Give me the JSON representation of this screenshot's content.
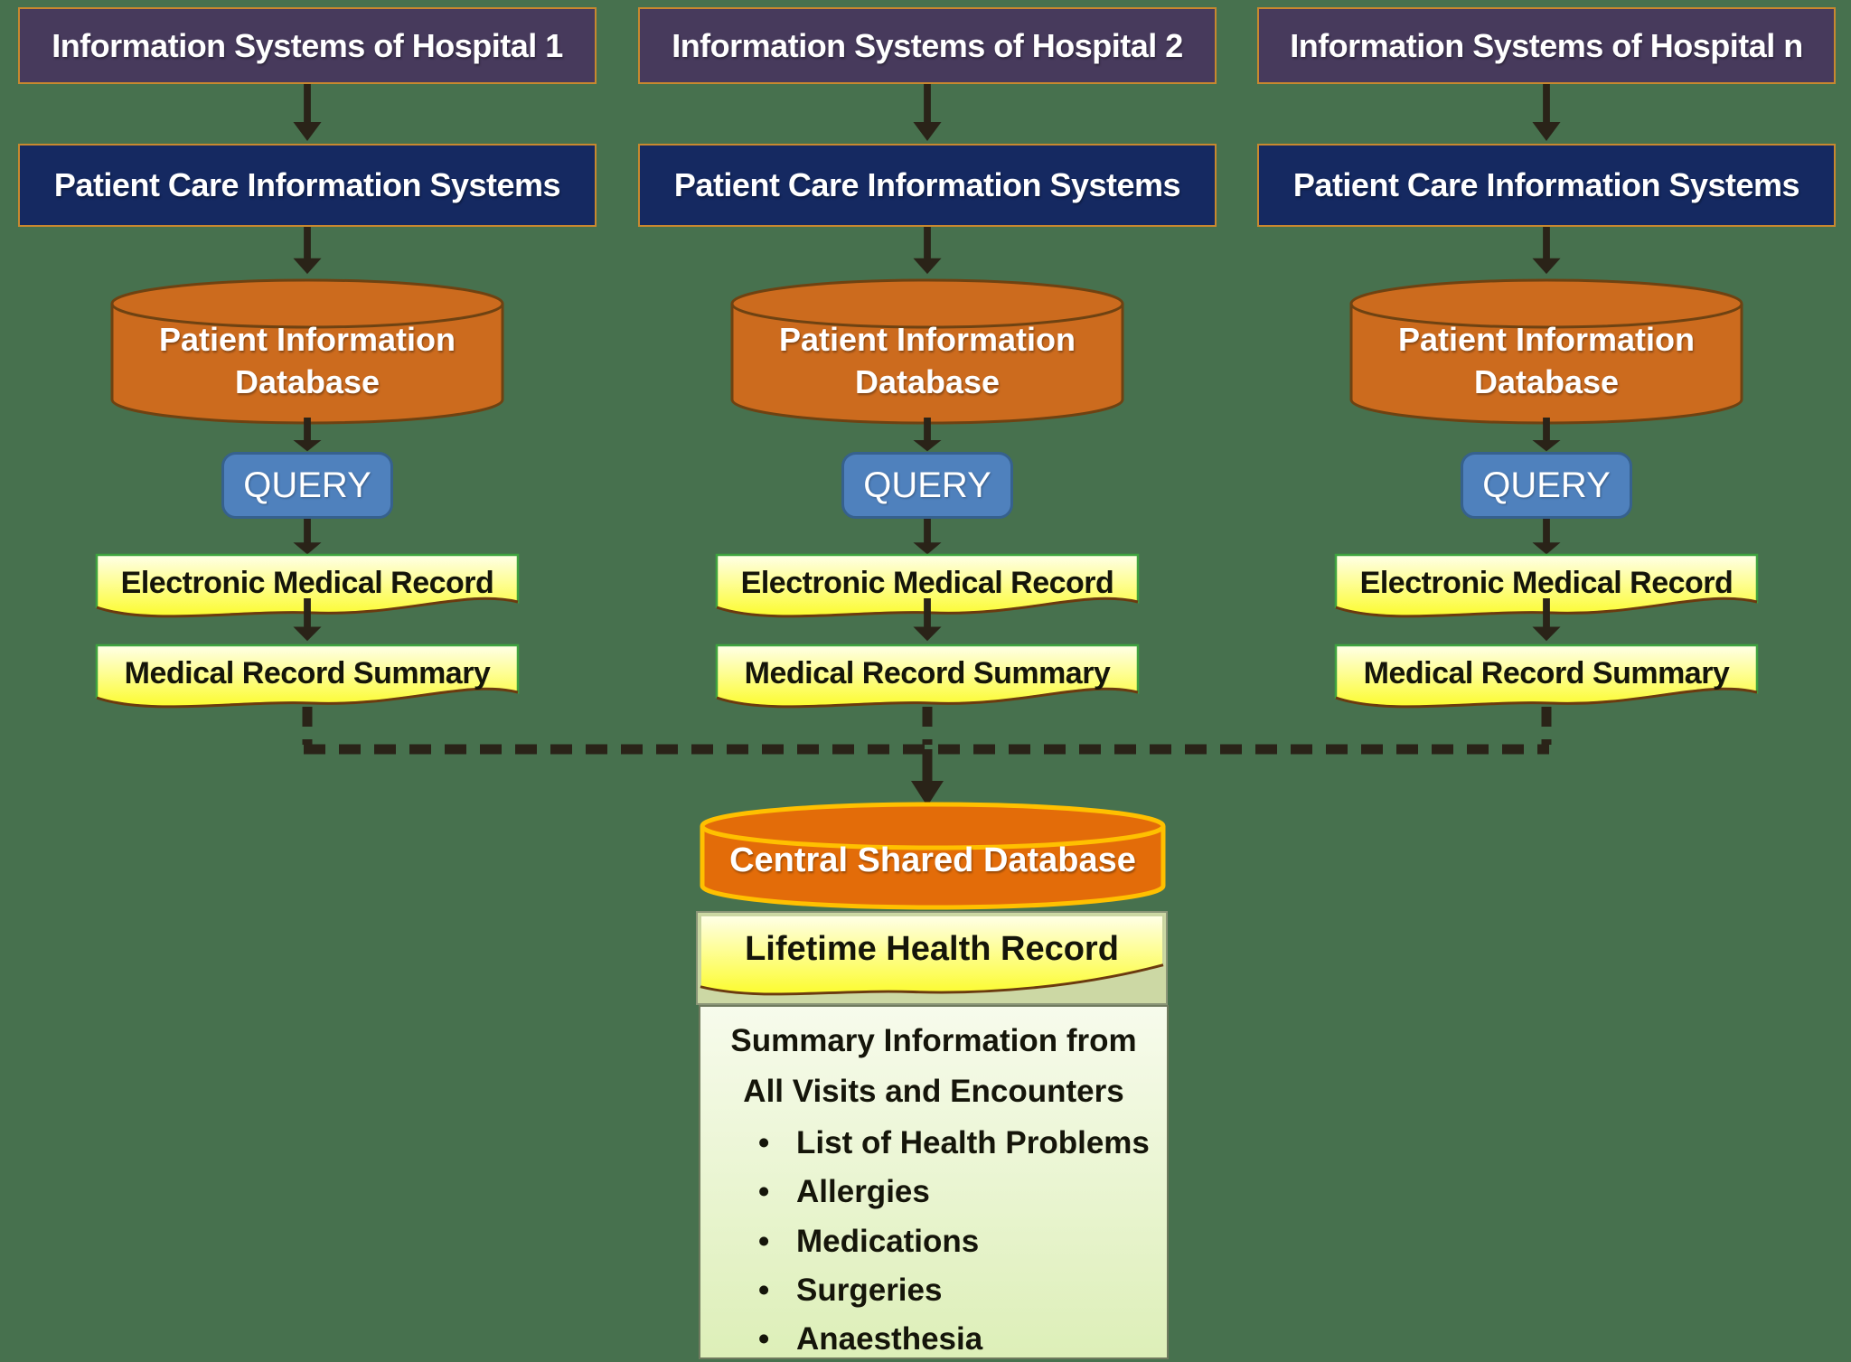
{
  "columns": [
    {
      "header": "Information Systems of Hospital 1",
      "pcis": "Patient Care Information Systems",
      "database": "Patient Information Database",
      "query": "QUERY",
      "emr": "Electronic Medical Record",
      "mrs": "Medical Record Summary"
    },
    {
      "header": "Information Systems of Hospital 2",
      "pcis": "Patient Care Information Systems",
      "database": "Patient Information Database",
      "query": "QUERY",
      "emr": "Electronic Medical Record",
      "mrs": "Medical Record Summary"
    },
    {
      "header": "Information Systems of Hospital n",
      "pcis": "Patient Care Information Systems",
      "database": "Patient Information Database",
      "query": "QUERY",
      "emr": "Electronic Medical Record",
      "mrs": "Medical Record Summary"
    }
  ],
  "central": {
    "database": "Central Shared Database",
    "lifetime": "Lifetime Health Record",
    "summary_title": "Summary Information from All Visits and Encounters",
    "bullets": [
      "List of Health Problems",
      "Allergies",
      "Medications",
      "Surgeries",
      "Anaesthesia"
    ],
    "bullet_glyph": "•"
  },
  "colors": {
    "background": "#47714E",
    "hospital_header_bg": "#473A5C",
    "pcis_bg": "#152961",
    "box_border": "#C8882F",
    "cylinder_fill": "#CC6B1E",
    "cylinder_stroke": "#6E4212",
    "central_cylinder_fill": "#E36C09",
    "central_cylinder_stroke": "#FFC000",
    "query_bg": "#4F81BD",
    "document_yellow_top": "#FFFFE8",
    "document_yellow_bottom": "#FCFC2E",
    "document_border_green": "#3FA33F",
    "wave_line_brown": "#6B3A0F",
    "lifetime_frame": "#CCD8A4",
    "summary_bg_top": "#F7FBEC",
    "summary_bg_bottom": "#DDEFB8",
    "connector": "#2A2318",
    "text_light": "#FFFFFF",
    "text_dark": "#15150A"
  }
}
